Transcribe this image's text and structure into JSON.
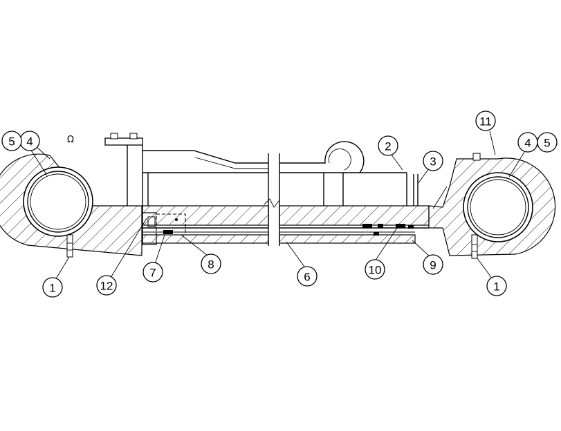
{
  "callouts": [
    {
      "id": "c1a",
      "label": "1"
    },
    {
      "id": "c1b",
      "label": "1"
    },
    {
      "id": "c2",
      "label": "2"
    },
    {
      "id": "c3",
      "label": "3"
    },
    {
      "id": "c4a",
      "label": "4"
    },
    {
      "id": "c4b",
      "label": "4"
    },
    {
      "id": "c5a",
      "label": "5"
    },
    {
      "id": "c5b",
      "label": "5"
    },
    {
      "id": "c6",
      "label": "6"
    },
    {
      "id": "c7",
      "label": "7"
    },
    {
      "id": "c8",
      "label": "8"
    },
    {
      "id": "c9",
      "label": "9"
    },
    {
      "id": "c10",
      "label": "10"
    },
    {
      "id": "c11",
      "label": "11"
    },
    {
      "id": "c12",
      "label": "12"
    }
  ],
  "annotations": {
    "top_mark": "Ω"
  }
}
